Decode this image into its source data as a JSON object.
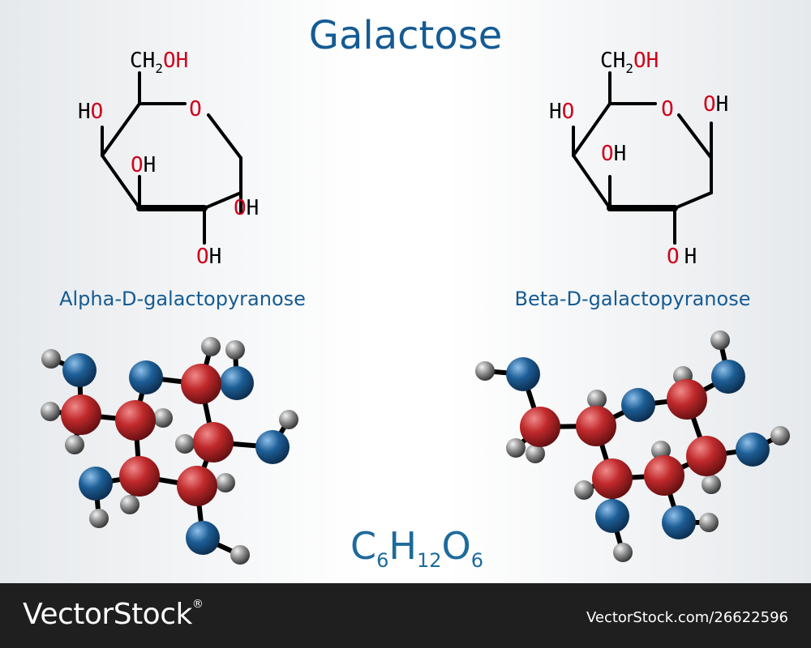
{
  "title": "Galactose",
  "alpha": {
    "name": "Alpha-D-galactopyranose",
    "ch2oh": {
      "ch": "CH",
      "sub": "2",
      "oh": "OH"
    },
    "ring_o": "O",
    "ho": {
      "h": "H",
      "o": "O"
    },
    "oh": {
      "o": "O",
      "h": "H"
    }
  },
  "beta": {
    "name": "Beta-D-galactopyranose",
    "ch2oh": {
      "ch": "CH",
      "sub": "2",
      "oh": "OH"
    },
    "ring_o": "O",
    "ho": {
      "h": "H",
      "o": "O"
    },
    "oh": {
      "o": "O",
      "h": "H"
    }
  },
  "formula": {
    "c": "C",
    "c_n": "6",
    "h": "H",
    "h_n": "12",
    "o": "O",
    "o_n": "6"
  },
  "footer": {
    "brand": "VectorStock",
    "brand_mark": "®",
    "image_id": "VectorStock.com/26622596"
  },
  "colors": {
    "title": "#155b93",
    "oxygen_text": "#d0021b",
    "carbon_ball": "#c0292b",
    "oxygen_ball": "#1d5e96",
    "hydrogen_ball": "#8a8a8a",
    "footer_bg": "#1f1f1f"
  }
}
